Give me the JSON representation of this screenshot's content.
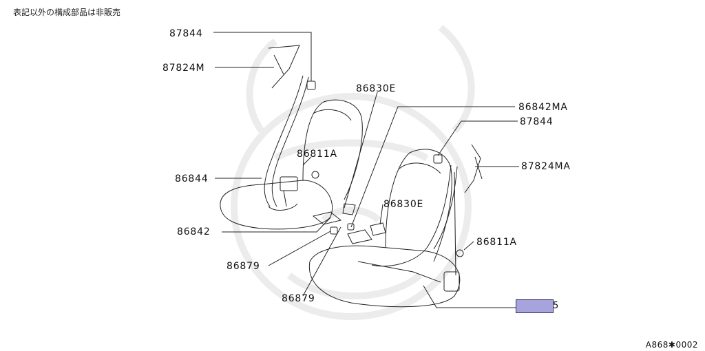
{
  "notice": "表記以外の構成部品は非販売",
  "figure_code": "A868✱0002",
  "highlight_tail": "5",
  "parts": {
    "p87844_left": "87844",
    "p87824M": "87824M",
    "p86830E_top": "86830E",
    "p86842MA": "86842MA",
    "p87844_right": "87844",
    "p86811A_left": "86811A",
    "p87824MA": "87824MA",
    "p86844": "86844",
    "p86830E_mid": "86830E",
    "p86842": "86842",
    "p86811A_right": "86811A",
    "p86879_a": "86879",
    "p86879_b": "86879"
  },
  "colors": {
    "line": "#222222",
    "highlight_fill": "#a6a3dd",
    "watermark": "#ececec"
  }
}
